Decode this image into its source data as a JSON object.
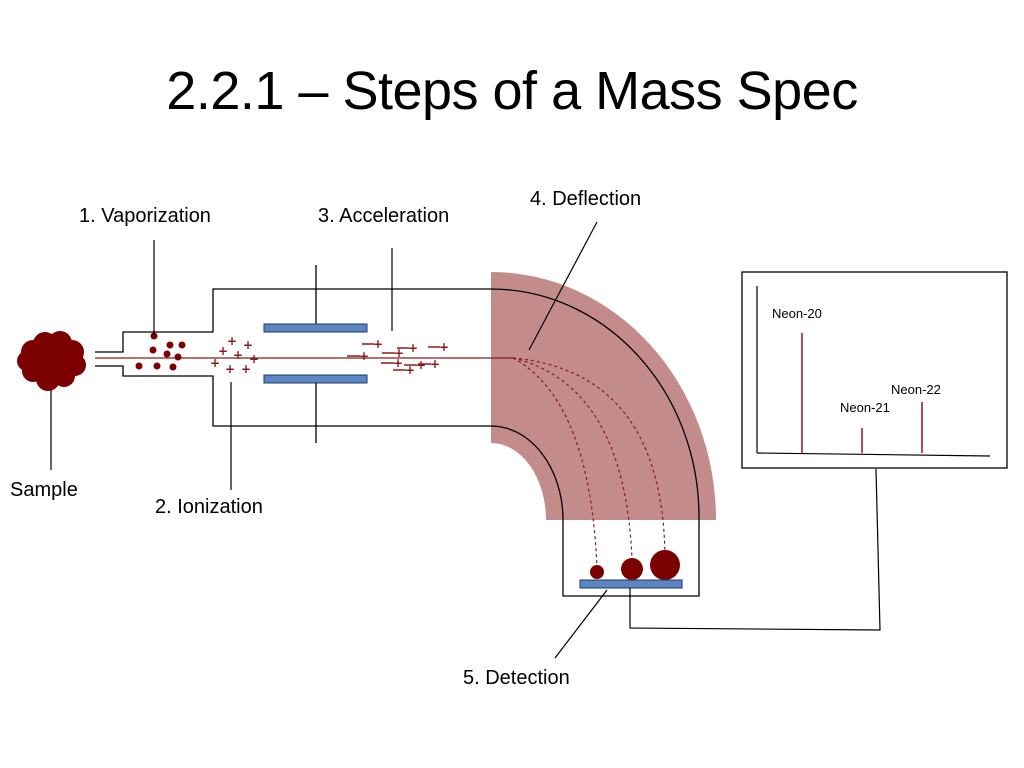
{
  "title": "2.2.1 – Steps of a Mass Spec",
  "labels": {
    "vaporization": "1. Vaporization",
    "ionization": "2. Ionization",
    "acceleration": "3. Acceleration",
    "deflection": "4. Deflection",
    "detection": "5. Detection",
    "sample": "Sample"
  },
  "spectrum": {
    "peaks": [
      {
        "label": "Neon-20",
        "relative_height": 1.0
      },
      {
        "label": "Neon-21",
        "relative_height": 0.2
      },
      {
        "label": "Neon-22",
        "relative_height": 0.41
      }
    ]
  },
  "colors": {
    "sample": "#7b0000",
    "beam": "#8b1a1a",
    "magnet": "#c48b8b",
    "plate": "#5b86c2",
    "plate_border": "#1f3a66",
    "peak": "#a01010"
  }
}
